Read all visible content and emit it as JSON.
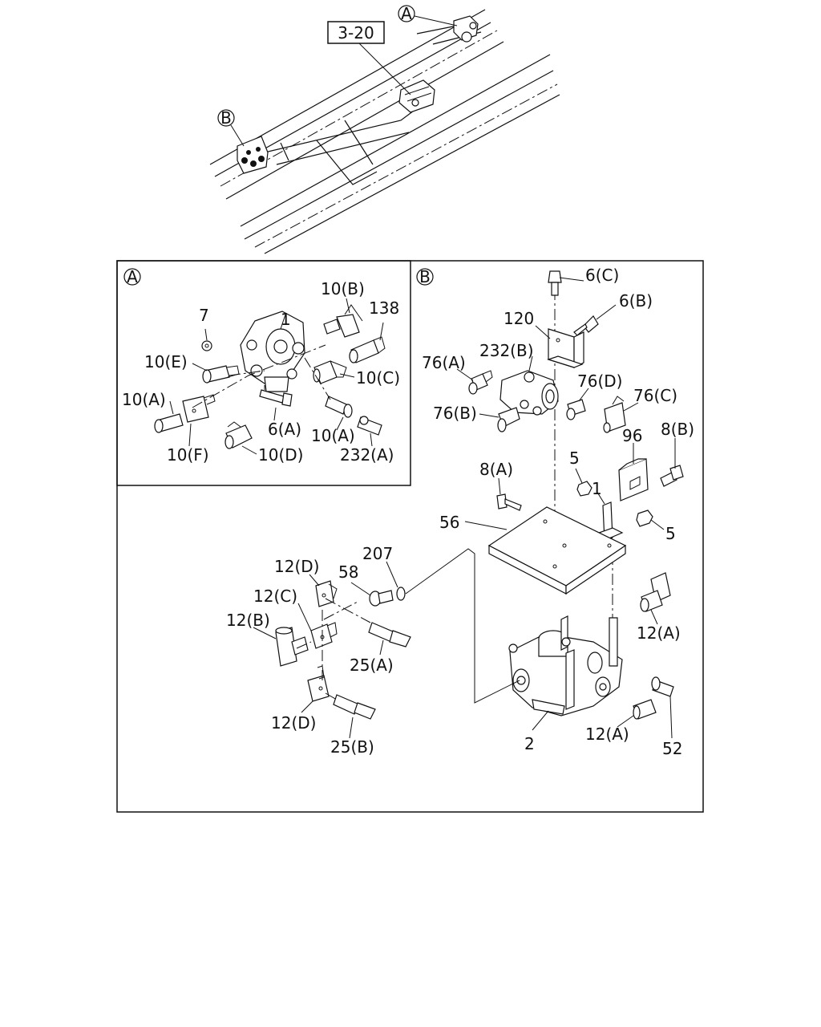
{
  "overview": {
    "ref_box": "3-20",
    "callout_a": "A",
    "callout_b": "B"
  },
  "panel_a": {
    "letter": "A",
    "labels": {
      "p1": "1",
      "p7": "7",
      "p10b": "10(B)",
      "p138": "138",
      "p10e": "10(E)",
      "p10c": "10(C)",
      "p10a_left": "10(A)",
      "p6a": "6(A)",
      "p10a_right": "10(A)",
      "p10f": "10(F)",
      "p10d": "10(D)",
      "p232a": "232(A)"
    }
  },
  "panel_b": {
    "letter": "B",
    "labels": {
      "p6c": "6(C)",
      "p6b": "6(B)",
      "p120": "120",
      "p232b": "232(B)",
      "p76a": "76(A)",
      "p76d": "76(D)",
      "p76c": "76(C)",
      "p76b": "76(B)",
      "p96": "96",
      "p8b": "8(B)",
      "p5_top": "5",
      "p1": "1",
      "p8a": "8(A)",
      "p56": "56",
      "p5_right": "5",
      "p207": "207",
      "p12d_top": "12(D)",
      "p58": "58",
      "p12c": "12(C)",
      "p12b": "12(B)",
      "p25a": "25(A)",
      "p12a_top": "12(A)",
      "p12d_bottom": "12(D)",
      "p25b": "25(B)",
      "p2": "2",
      "p12a_bottom": "12(A)",
      "p52": "52"
    }
  }
}
